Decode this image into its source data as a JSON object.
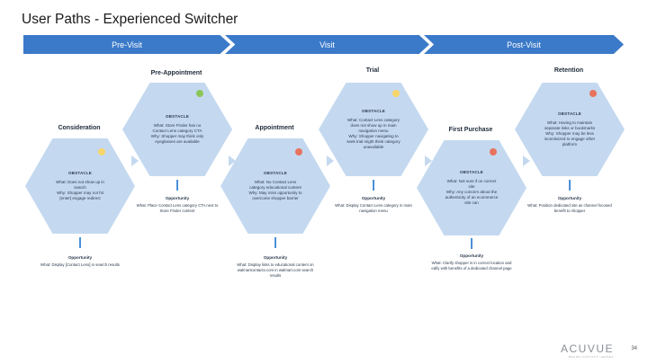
{
  "title": "User Paths - Experienced Switcher",
  "phases": [
    {
      "label": "Pre-Visit"
    },
    {
      "label": "Visit"
    },
    {
      "label": "Post-Visit"
    }
  ],
  "stages": [
    {
      "title": "Consideration",
      "obstacle": "OBSTACLE",
      "what": "What: Does not show up in search",
      "why": "Why: Shopper may not hit [enter] engage redirect",
      "status_color": "#f6d56b",
      "opp_head": "Opportunity",
      "opp_text": "What: Display [Contact Lens] in search results"
    },
    {
      "title": "Pre-Appointment",
      "obstacle": "OBSTACLE",
      "what": "What: Store Finder has no Contact Lens category CTA",
      "why": "Why: Shopper may think only eyeglasses are available",
      "status_color": "#8cc657",
      "opp_head": "Opportunity",
      "opp_text": "What: Place Contact Lens category CTA next to Store Finder content"
    },
    {
      "title": "Appointment",
      "obstacle": "OBSTACLE",
      "what": "What: No Contact Lens category educational content",
      "why": "Why: May miss opportunity to overcome shopper barrier",
      "status_color": "#e8735d",
      "opp_head": "Opportunity",
      "opp_text": "What: Display links to educational content on walmartcontacts.com in walmart.com search results"
    },
    {
      "title": "Trial",
      "obstacle": "OBSTACLE",
      "what": "What: Contact Lens category does not show up in main navigation menu",
      "why": "Why: Shopper navigating to seek trial might think category unavailable",
      "status_color": "#f6d56b",
      "opp_head": "Opportunity",
      "opp_text": "What: Display Contact Lens category in main navigation menu"
    },
    {
      "title": "First Purchase",
      "obstacle": "OBSTACLE",
      "what": "What: Not sure if on correct site",
      "why": "Why: Any concern about the authenticity of an ecommerce site can",
      "status_color": "#e8735d",
      "opp_head": "Opportunity",
      "opp_text": "What: Clarify shopper is in correct location and edify with benefits of a dedicated channel page"
    },
    {
      "title": "Retention",
      "obstacle": "OBSTACLE",
      "what": "What: Having to maintain separate links or bookmarks",
      "why": "Why: Shopper may be less incentivized to engage other platform",
      "status_color": "#e8735d",
      "opp_head": "Opportunity",
      "opp_text": "What: Position dedicated site as channel focused benefit to shopper"
    }
  ],
  "footer": {
    "logo": "ACUVUE",
    "logo_sub": "BRAND CONTACT LENSES",
    "page": "34"
  }
}
